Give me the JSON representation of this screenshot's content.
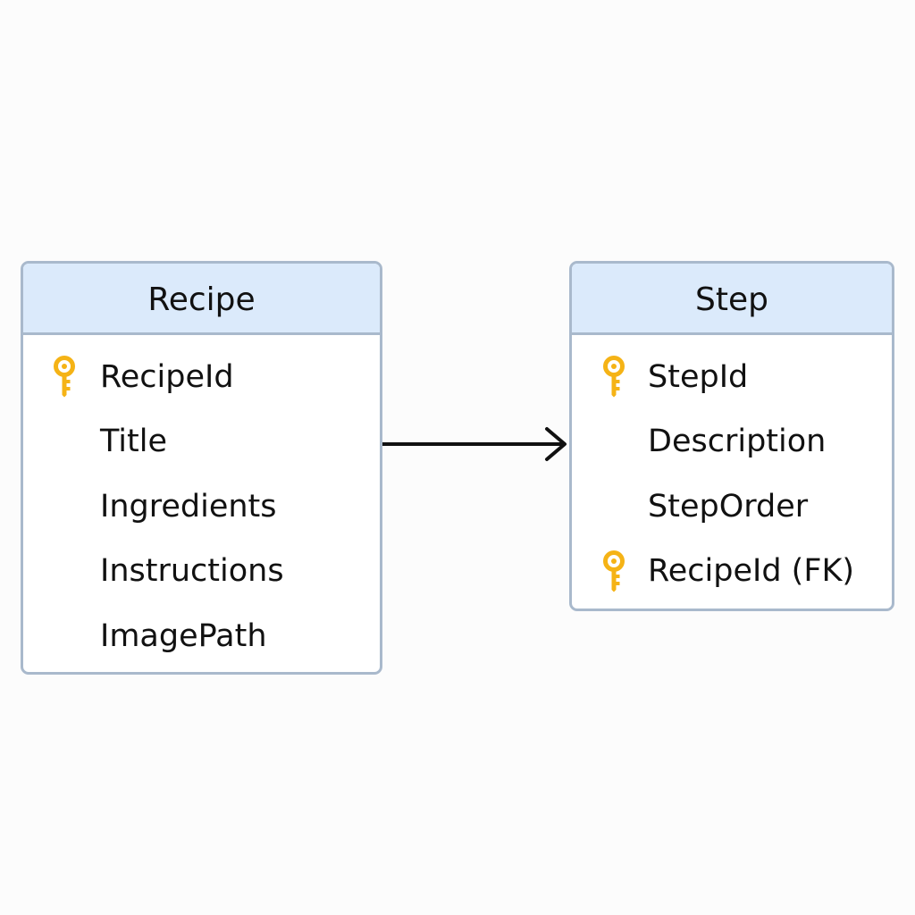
{
  "entities": {
    "recipe": {
      "title": "Recipe",
      "fields": [
        {
          "name": "RecipeId",
          "key": true
        },
        {
          "name": "Title",
          "key": false
        },
        {
          "name": "Ingredients",
          "key": false
        },
        {
          "name": "Instructions",
          "key": false
        },
        {
          "name": "ImagePath",
          "key": false
        }
      ]
    },
    "step": {
      "title": "Step",
      "fields": [
        {
          "name": "StepId",
          "key": true
        },
        {
          "name": "Description",
          "key": false
        },
        {
          "name": "StepOrder",
          "key": false
        },
        {
          "name": "RecipeId (FK)",
          "key": true
        }
      ]
    }
  },
  "relationship": {
    "from": "Recipe",
    "to": "Step",
    "arrow": "one-way"
  },
  "icons": {
    "key": "key-icon"
  },
  "colors": {
    "header_fill": "#dbeafb",
    "border": "#a9b9cc",
    "key": "#f5b316",
    "text": "#111111",
    "arrow": "#111111"
  }
}
